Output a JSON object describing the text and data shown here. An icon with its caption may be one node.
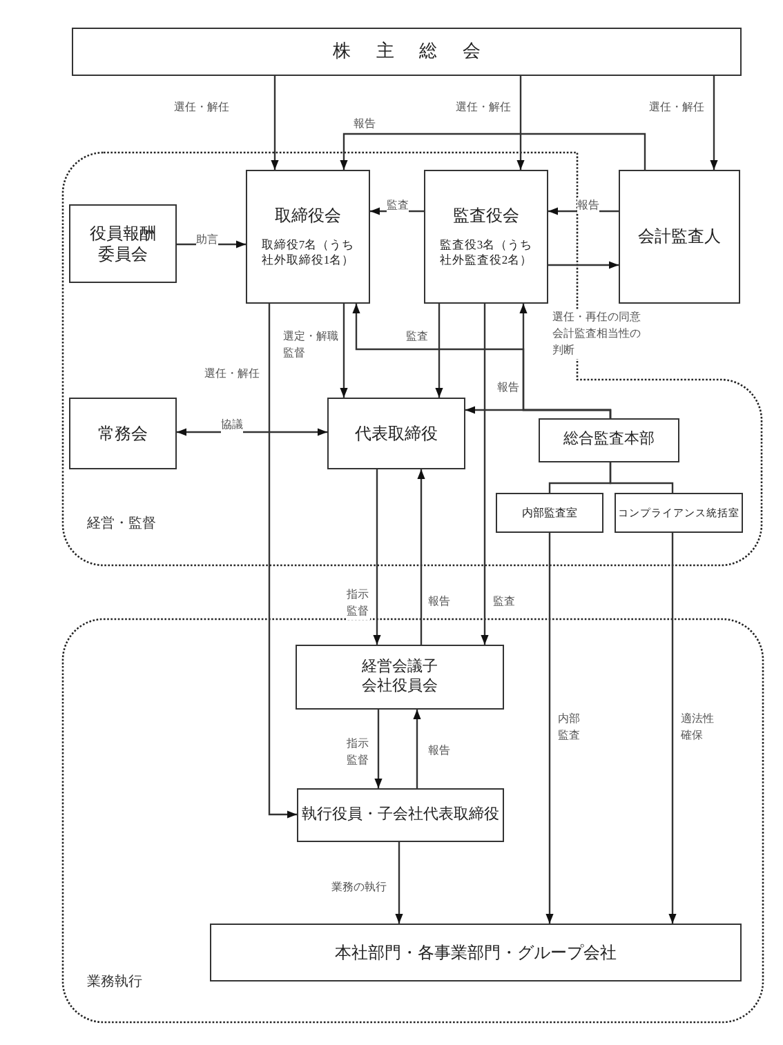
{
  "diagram": {
    "nodes": [
      {
        "text": [
          "株主総会"
        ]
      },
      {
        "text": [
          "経営・監督"
        ]
      },
      {
        "text": [
          "役員報酬委員会"
        ],
        "in": 1
      },
      {
        "text": [
          "取締役会",
          "取締役7名（うち社外取締役1名）"
        ],
        "in": 1
      },
      {
        "text": [
          "監査役会",
          "監査役3名（うち社外監査役2名）"
        ],
        "in": 1
      },
      {
        "text": [
          "会計監査人"
        ]
      },
      {
        "text": [
          "常務会"
        ],
        "in": 1
      },
      {
        "text": [
          "代表取締役"
        ],
        "in": 1
      },
      {
        "text": [
          "総合監査本部"
        ],
        "in": 1
      },
      {
        "text": [
          "内部監査室"
        ],
        "in": 1
      },
      {
        "text": [
          "コンプライアンス統括室"
        ],
        "in": 1
      },
      {
        "text": [
          "業務執行"
        ]
      },
      {
        "text": [
          "経営会議子会社役員会"
        ],
        "in": 11
      },
      {
        "text": [
          "執行役員・子会社代表取締役"
        ],
        "in": 11
      },
      {
        "text": [
          "本社部門・各事業部門・グループ会社"
        ],
        "in": 11
      }
    ],
    "edges": [
      {
        "from": 0,
        "to": 3,
        "arrow": "to",
        "label": "選任・解任"
      },
      {
        "from": 0,
        "to": 4,
        "arrow": "to",
        "label": "選任・解任"
      },
      {
        "from": 0,
        "to": 5,
        "arrow": "to",
        "label": "選任・解任"
      },
      {
        "from": 5,
        "to": 3,
        "arrow": "to",
        "label": "報告"
      },
      {
        "from": 4,
        "to": 3,
        "arrow": "to",
        "label": "監査"
      },
      {
        "from": 5,
        "to": 4,
        "arrow": "to",
        "label": "報告"
      },
      {
        "from": 4,
        "to": 5,
        "arrow": "to",
        "label": "選任・再任の同意会計監査相当性の判断"
      },
      {
        "from": 2,
        "to": 3,
        "arrow": "to",
        "label": "助言"
      },
      {
        "from": 3,
        "to": 7,
        "arrow": "to",
        "label": "選定・解職監督"
      },
      {
        "from": 3,
        "to": 13,
        "arrow": "to",
        "label": "選任・解任"
      },
      {
        "from": 4,
        "to": 7,
        "arrow": "to",
        "label": "監査"
      },
      {
        "from": 8,
        "to": 7,
        "arrow": "to"
      },
      {
        "from": 8,
        "to": 4,
        "arrow": "to",
        "label": "報告"
      },
      {
        "from": 8,
        "to": 3,
        "arrow": "to"
      },
      {
        "from": 6,
        "to": 7,
        "arrow": "both",
        "label": "協議"
      },
      {
        "from": 7,
        "to": 12,
        "arrow": "to",
        "label": "指示監督"
      },
      {
        "from": 12,
        "to": 7,
        "arrow": "to",
        "label": "報告"
      },
      {
        "from": 4,
        "to": 12,
        "arrow": "to",
        "label": "監査"
      },
      {
        "from": 12,
        "to": 13,
        "arrow": "to",
        "label": "指示監督"
      },
      {
        "from": 13,
        "to": 12,
        "arrow": "to",
        "label": "報告"
      },
      {
        "from": 13,
        "to": 14,
        "arrow": "to",
        "label": "業務の執行"
      },
      {
        "from": 9,
        "to": 14,
        "arrow": "to",
        "label": "内部監査"
      },
      {
        "from": 10,
        "to": 14,
        "arrow": "to",
        "label": "適法性確保"
      },
      {
        "from": 8,
        "to": 9,
        "arrow": "none"
      },
      {
        "from": 8,
        "to": 10,
        "arrow": "none"
      }
    ]
  }
}
